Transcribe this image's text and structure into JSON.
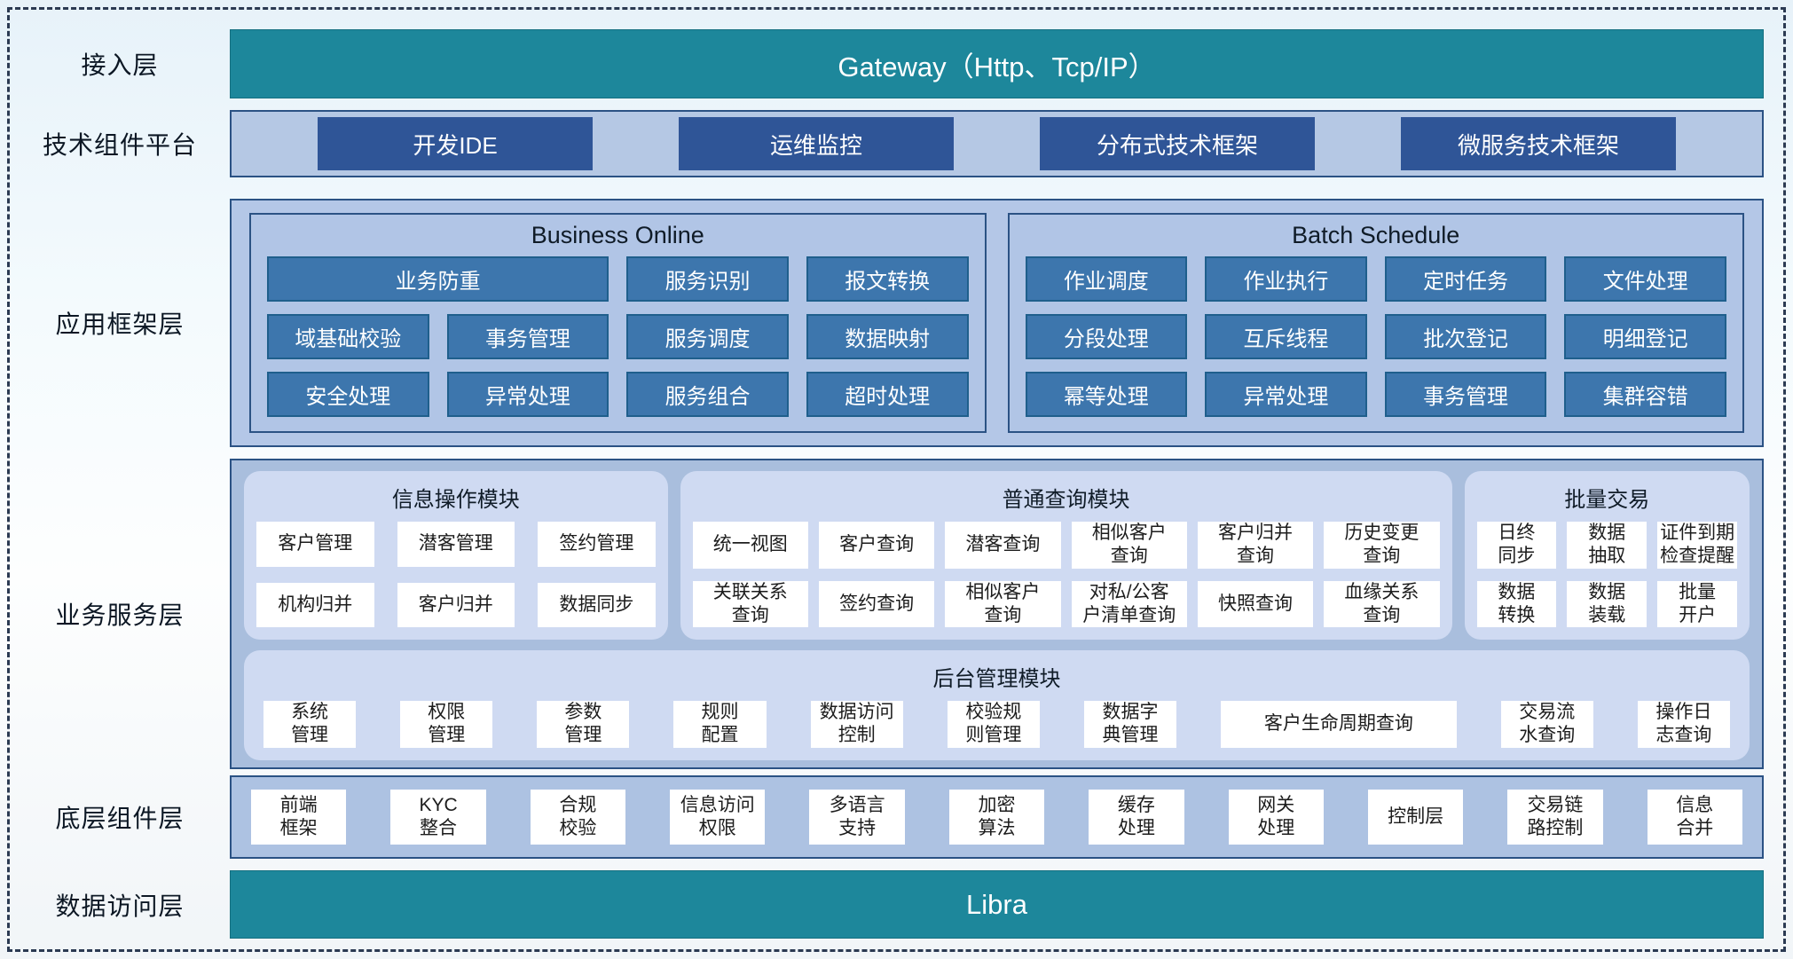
{
  "colors": {
    "accent_teal": "#1d879b",
    "dark_blue_button": "#2f5597",
    "steel_blue_button": "#3d76ad",
    "panel_blue": "#b4c7e7",
    "service_panel_blue": "#a9bedd",
    "module_card_blue": "#cfdaf2",
    "panel_border_navy": "#2b5284"
  },
  "access_layer": {
    "label": "接入层",
    "gateway": "Gateway（Http、Tcp/IP）"
  },
  "tech_platform": {
    "label": "技术组件平台",
    "items": [
      "开发IDE",
      "运维监控",
      "分布式技术框架",
      "微服务技术框架"
    ]
  },
  "app_framework": {
    "label": "应用框架层",
    "business_online": {
      "title": "Business Online",
      "items": [
        "业务防重",
        "服务识别",
        "报文转换",
        "域基础校验",
        "事务管理",
        "服务调度",
        "数据映射",
        "安全处理",
        "异常处理",
        "服务组合",
        "超时处理"
      ]
    },
    "batch_schedule": {
      "title": "Batch Schedule",
      "items": [
        "作业调度",
        "作业执行",
        "定时任务",
        "文件处理",
        "分段处理",
        "互斥线程",
        "批次登记",
        "明细登记",
        "幂等处理",
        "异常处理",
        "事务管理",
        "集群容错"
      ]
    }
  },
  "business_service": {
    "label": "业务服务层",
    "info_module": {
      "title": "信息操作模块",
      "items": [
        "客户管理",
        "潜客管理",
        "签约管理",
        "机构归并",
        "客户归并",
        "数据同步"
      ]
    },
    "query_module": {
      "title": "普通查询模块",
      "items": [
        "统一视图",
        "客户查询",
        "潜客查询",
        "相似客户\n查询",
        "客户归并\n查询",
        "历史变更\n查询",
        "关联关系\n查询",
        "签约查询",
        "相似客户\n查询",
        "对私/公客\n户清单查询",
        "快照查询",
        "血缘关系\n查询"
      ]
    },
    "batch_module": {
      "title": "批量交易",
      "items": [
        "日终\n同步",
        "数据\n抽取",
        "证件到期\n检查提醒",
        "数据\n转换",
        "数据\n装载",
        "批量\n开户"
      ]
    },
    "admin_module": {
      "title": "后台管理模块",
      "items": [
        "系统\n管理",
        "权限\n管理",
        "参数\n管理",
        "规则\n配置",
        "数据访问\n控制",
        "校验规\n则管理",
        "数据字\n典管理",
        "客户生命周期查询",
        "交易流\n水查询",
        "操作日\n志查询"
      ]
    }
  },
  "base_components": {
    "label": "底层组件层",
    "items": [
      "前端\n框架",
      "KYC\n整合",
      "合规\n校验",
      "信息访问\n权限",
      "多语言\n支持",
      "加密\n算法",
      "缓存\n处理",
      "网关\n处理",
      "控制层",
      "交易链\n路控制",
      "信息\n合并"
    ]
  },
  "data_access": {
    "label": "数据访问层",
    "bar": "Libra"
  }
}
